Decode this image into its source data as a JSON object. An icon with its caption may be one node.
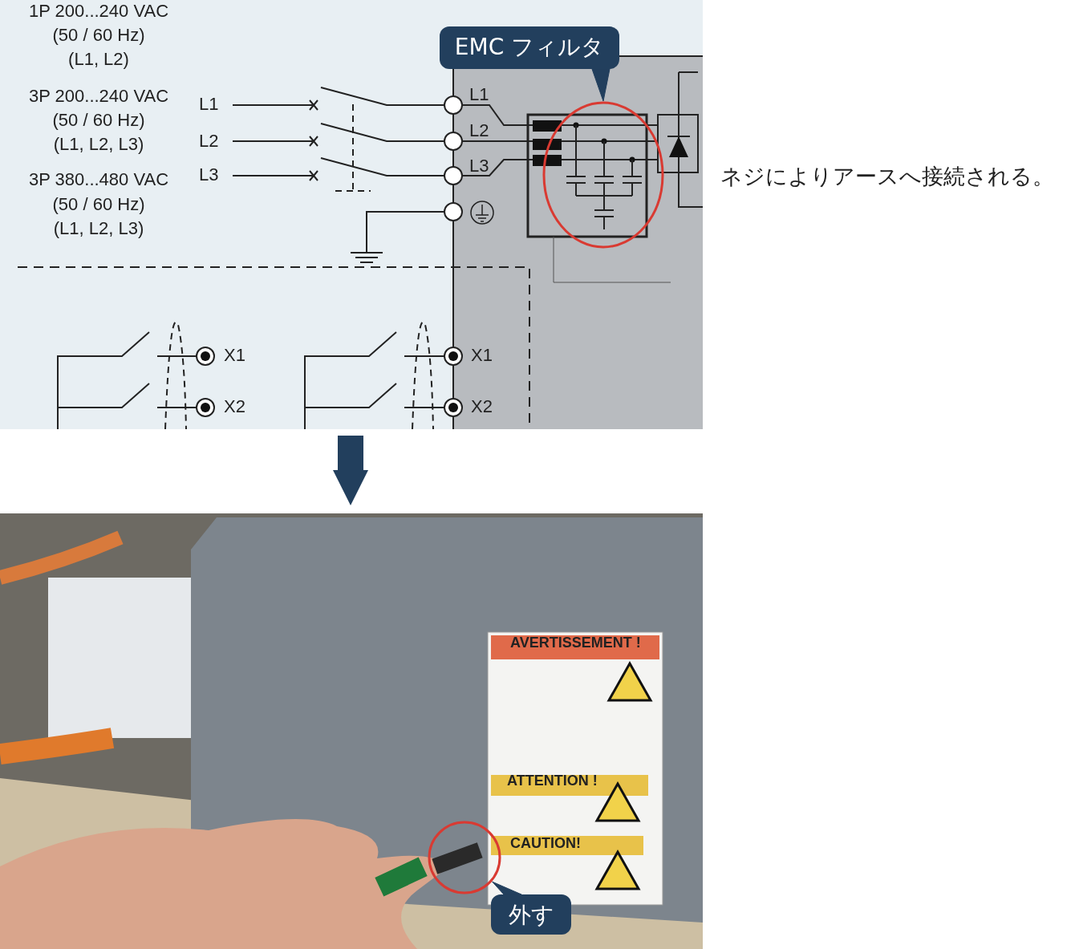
{
  "diagram": {
    "nodes": [
      {
        "text": [],
        "shape": "picture"
      },
      {
        "text": [
          "EMC フィルタ"
        ],
        "in": 0
      },
      {
        "text": [],
        "shape": "circle",
        "in": 0
      },
      {
        "text": [],
        "shape": "picture"
      },
      {
        "text": [],
        "shape": "circle",
        "in": 3
      },
      {
        "text": [
          "外す"
        ],
        "in": 3
      }
    ],
    "edges": [
      {
        "from": 1,
        "to": 2,
        "arrow": "none"
      },
      {
        "from": 0,
        "to": 3,
        "arrow": "to"
      },
      {
        "from": 5,
        "to": 4,
        "arrow": "none"
      }
    ],
    "labels": [
      "1P 200...240 VAC",
      "(50 / 60 Hz)",
      "(L1, L2)",
      "3P 200...240 VAC",
      "(50 / 60 Hz)",
      "(L1, L2, L3)",
      "3P 380...480 VAC",
      "(50 / 60 Hz)",
      "(L1, L2, L3)",
      "L1",
      "L2",
      "L3",
      "L1",
      "L2",
      "L3",
      "X1",
      "X2",
      "X1",
      "X2",
      "ネジによりアースへ接続される。",
      "AVERTISSEMENT !",
      "ATTENTION !",
      "CAUTION!"
    ]
  }
}
